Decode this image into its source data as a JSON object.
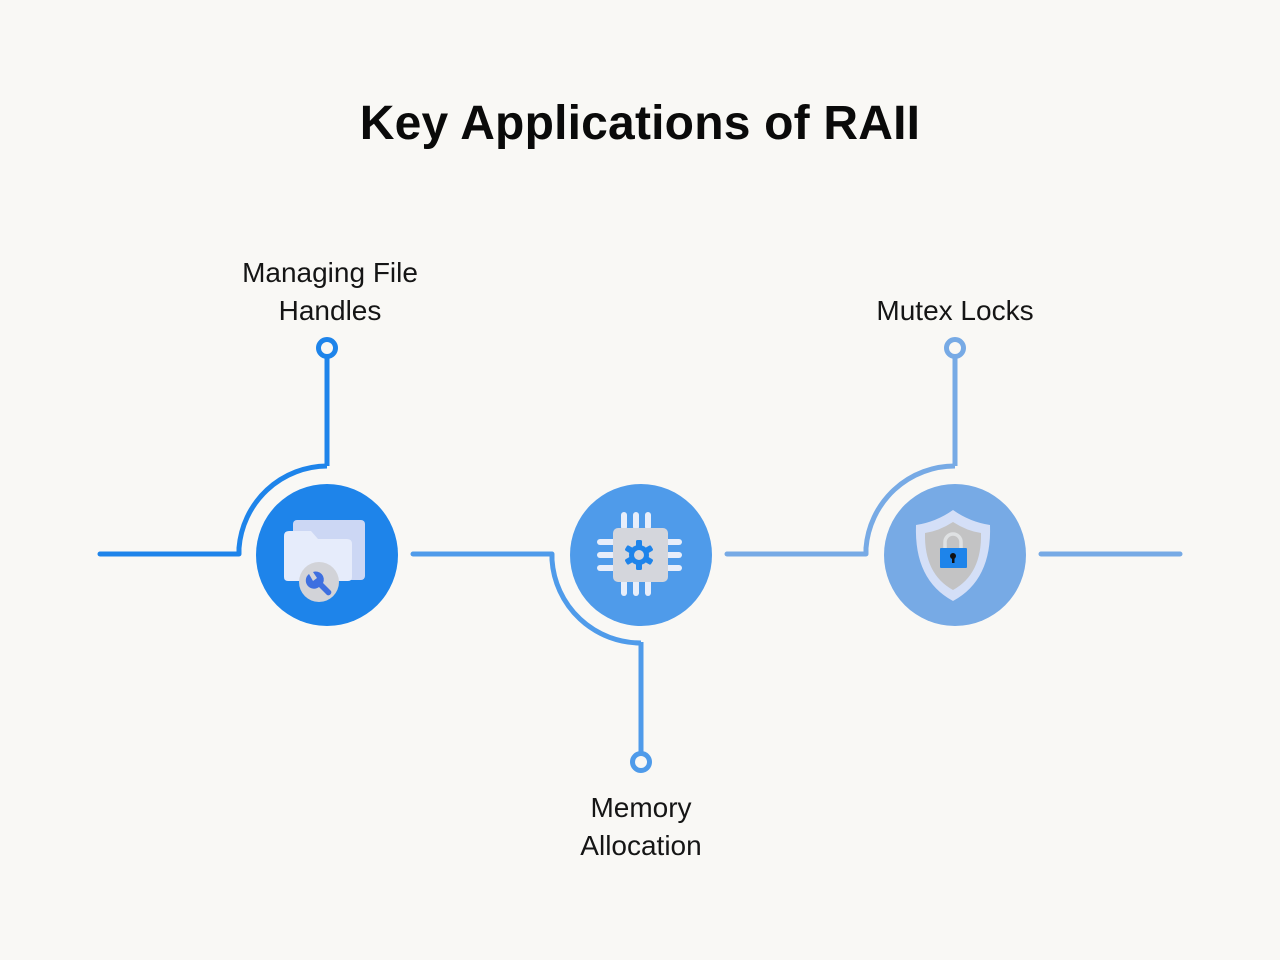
{
  "title": "Key Applications of RAII",
  "colors": {
    "background": "#f9f8f5",
    "step1": "#1e84ea",
    "step2": "#4f9bea",
    "step3": "#77aae5"
  },
  "steps": [
    {
      "label_lines": [
        "Managing File",
        "Handles"
      ],
      "icon": "folder-wrench-icon",
      "pin_position": "top"
    },
    {
      "label_lines": [
        "Memory",
        "Allocation"
      ],
      "icon": "chip-gear-icon",
      "pin_position": "bottom"
    },
    {
      "label_lines": [
        "Mutex Locks"
      ],
      "icon": "shield-lock-icon",
      "pin_position": "top"
    }
  ]
}
